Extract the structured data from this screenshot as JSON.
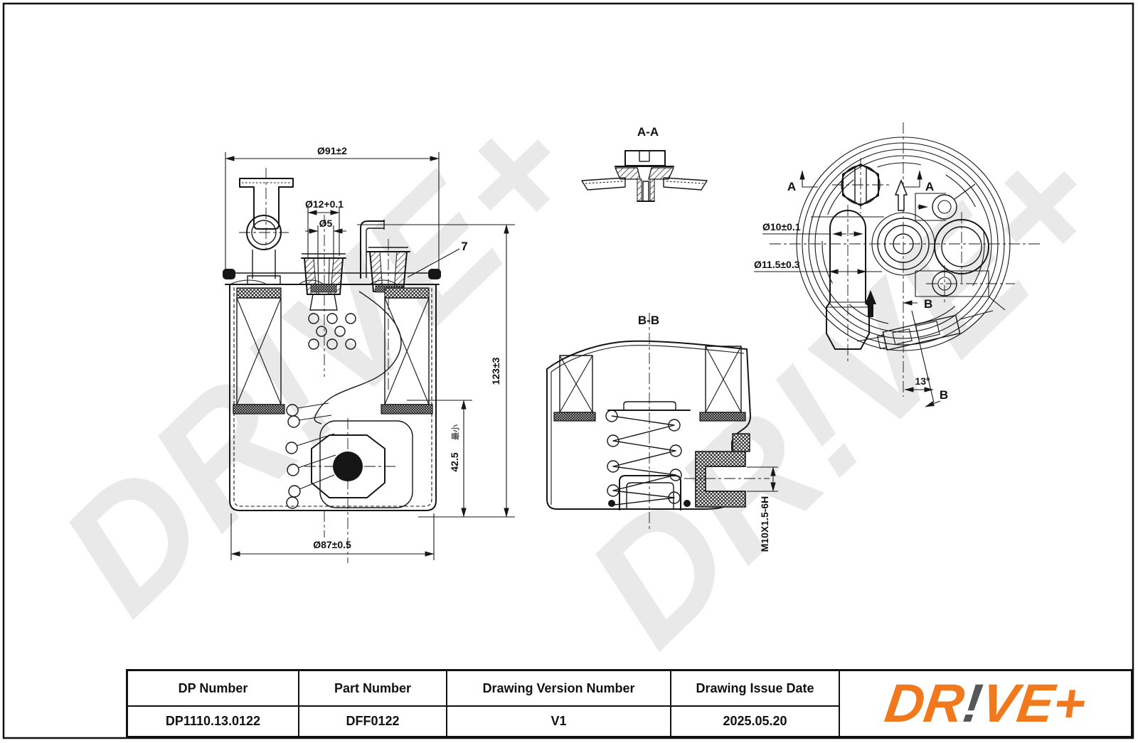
{
  "sheet": {
    "watermark_text": "DR!VE+",
    "colors": {
      "line": "#161616",
      "watermark": "#e9e9e9",
      "logo_orange": "#F0791E",
      "logo_gray": "#55565A"
    }
  },
  "front_view": {
    "dim_total_width": "Ø91±2",
    "dim_port_outer": "Ø12+0.1",
    "dim_port_inner": "Ø5",
    "dim_height": "123±3",
    "dim_spring_height": "42.5",
    "dim_spring_note": "最小",
    "dim_body_width": "Ø87±0.5",
    "callout_7": "7"
  },
  "section_aa": {
    "label": "A-A"
  },
  "section_bb": {
    "label": "B-B",
    "thread_label": "M10X1.5-6H"
  },
  "top_view": {
    "dim_slot": "Ø10±0.1",
    "dim_slot_lower": "Ø11.5±0.3",
    "dim_angle": "13°",
    "mark_a": "A",
    "mark_b": "B"
  },
  "title_block": {
    "headers": [
      "DP Number",
      "Part Number",
      "Drawing Version Number",
      "Drawing Issue Date"
    ],
    "values": [
      "DP1110.13.0122",
      "DFF0122",
      "V1",
      "2025.05.20"
    ],
    "logo": {
      "part1": "DR",
      "bang": "!",
      "part2": "VE+"
    }
  }
}
